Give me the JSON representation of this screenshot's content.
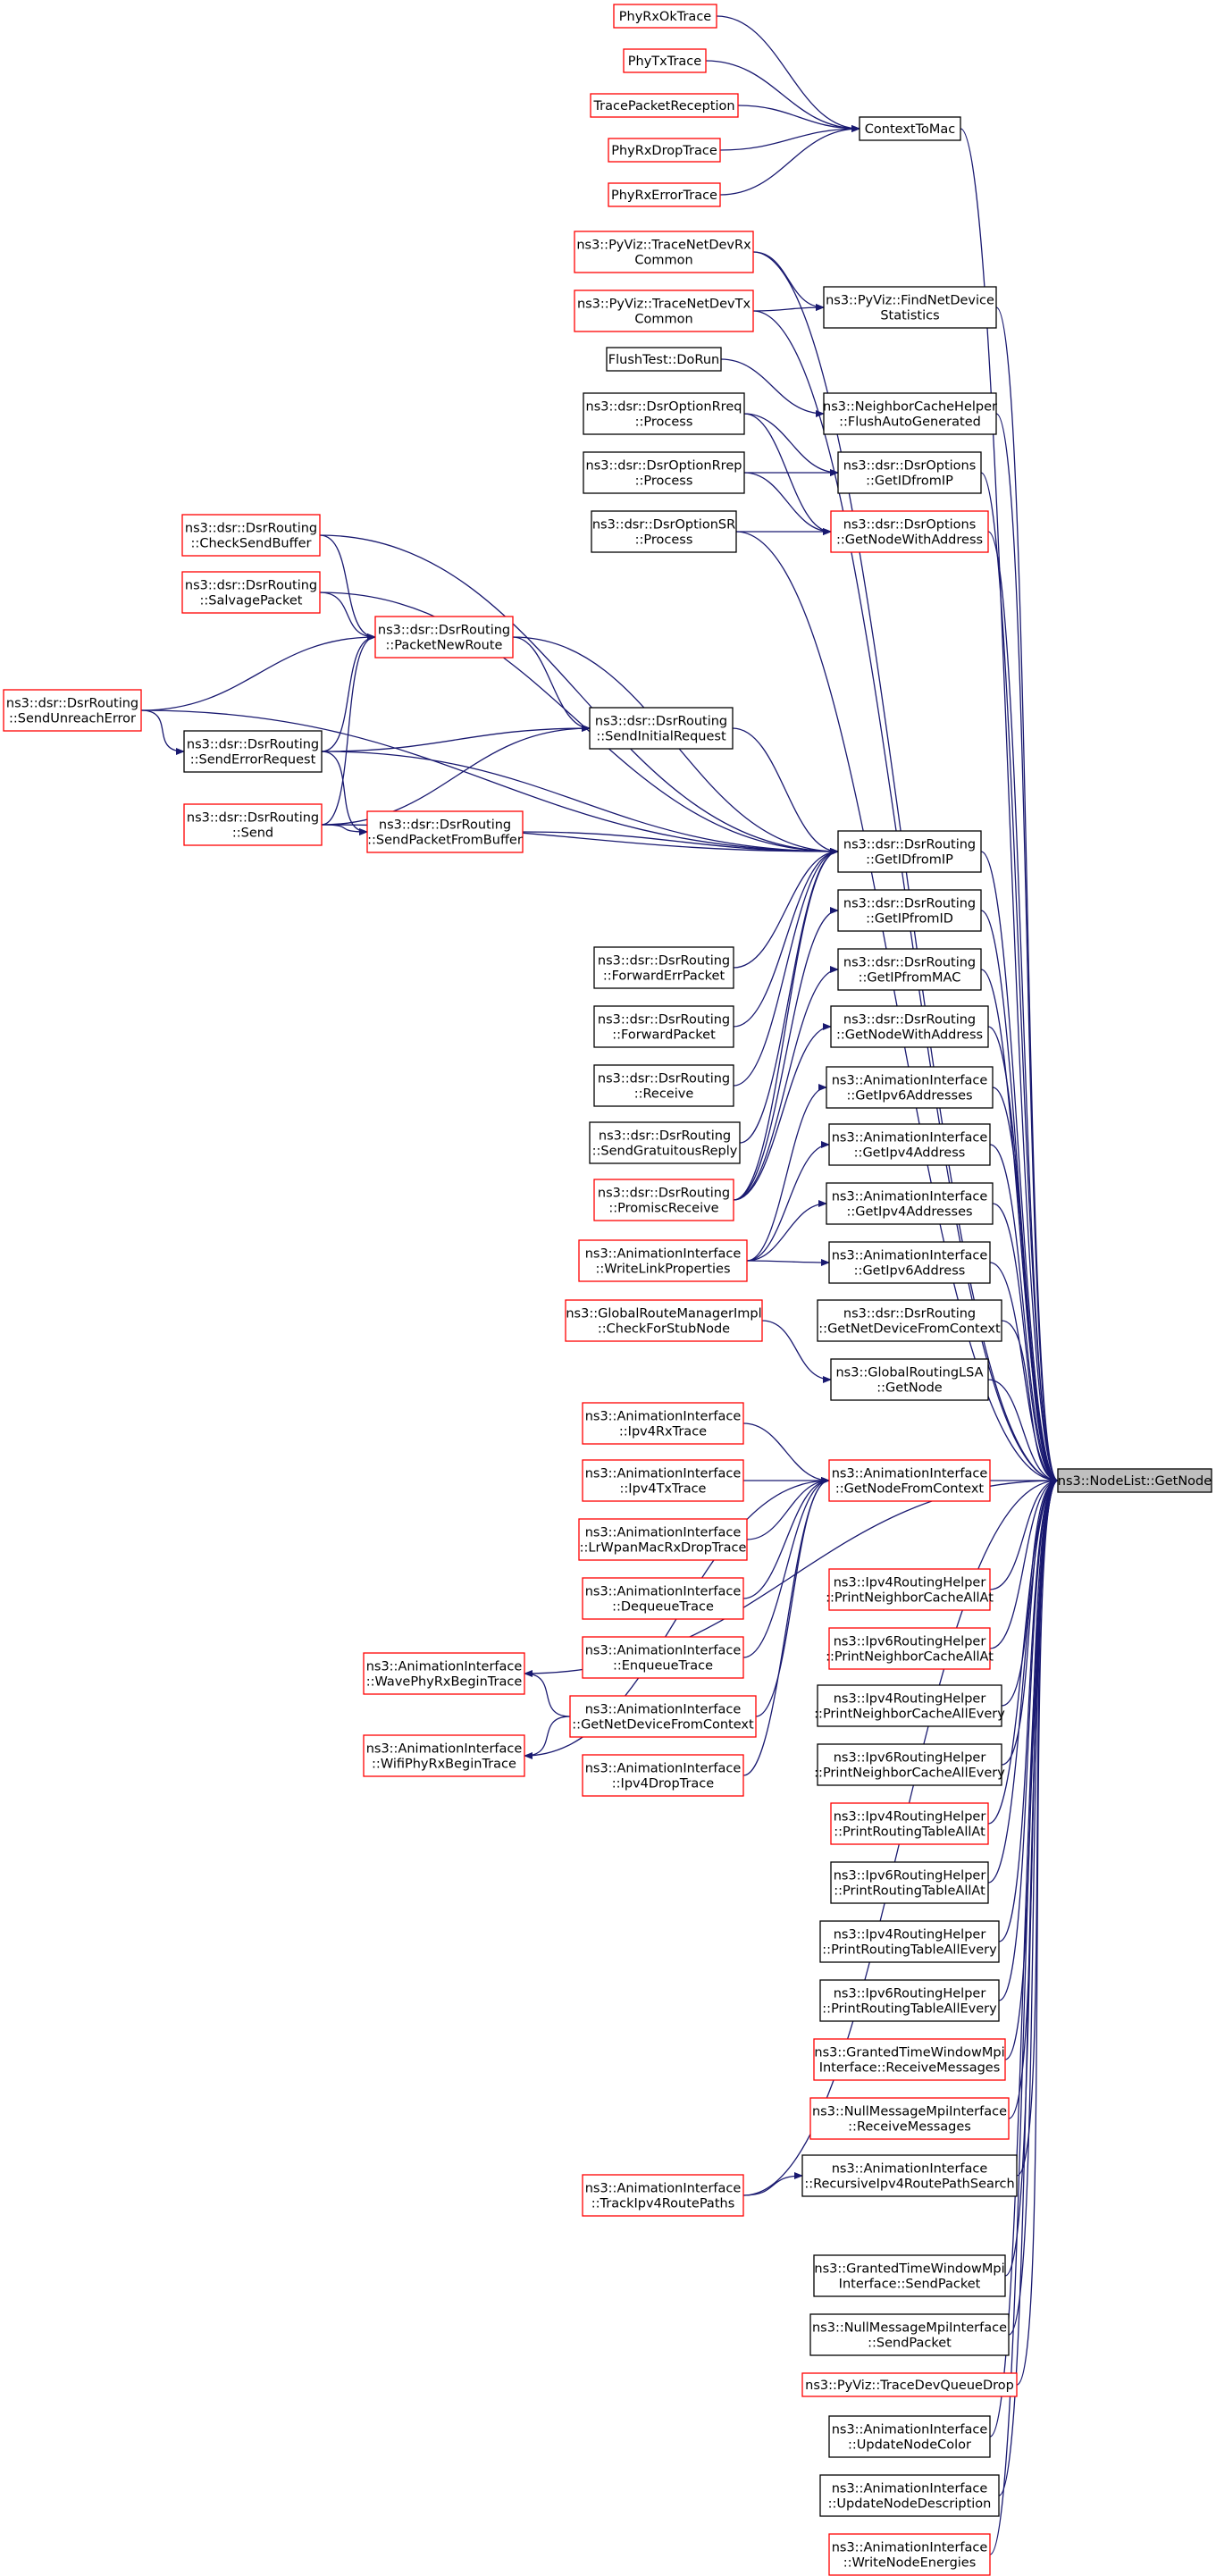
{
  "diagram": {
    "type": "call-graph",
    "colors": {
      "edge": "#191970",
      "arrowhead": "#191970",
      "box_black": "#000000",
      "box_red": "#ff0000",
      "target_fill": "#bfbfbf",
      "background": "#ffffff"
    },
    "target": "n_getnode",
    "nodes": [
      {
        "id": "n_phyrxok",
        "lines": [
          "PhyRxOkTrace"
        ],
        "border": "red"
      },
      {
        "id": "n_phytx",
        "lines": [
          "PhyTxTrace"
        ],
        "border": "red"
      },
      {
        "id": "n_tracepkt",
        "lines": [
          "TracePacketReception"
        ],
        "border": "red"
      },
      {
        "id": "n_phyrxdrop",
        "lines": [
          "PhyRxDropTrace"
        ],
        "border": "red"
      },
      {
        "id": "n_phyrxerr",
        "lines": [
          "PhyRxErrorTrace"
        ],
        "border": "red"
      },
      {
        "id": "n_ctxtomac",
        "lines": [
          "ContextToMac"
        ],
        "border": "black"
      },
      {
        "id": "n_pyvizrx",
        "lines": [
          "ns3::PyViz::TraceNetDevRx",
          "Common"
        ],
        "border": "red"
      },
      {
        "id": "n_pyviztx",
        "lines": [
          "ns3::PyViz::TraceNetDevTx",
          "Common"
        ],
        "border": "red"
      },
      {
        "id": "n_pyvizfind",
        "lines": [
          "ns3::PyViz::FindNetDevice",
          "Statistics"
        ],
        "border": "black"
      },
      {
        "id": "n_flushtest",
        "lines": [
          "FlushTest::DoRun"
        ],
        "border": "black"
      },
      {
        "id": "n_neighbor",
        "lines": [
          "ns3::NeighborCacheHelper",
          "::FlushAutoGenerated"
        ],
        "border": "black"
      },
      {
        "id": "n_optrreq",
        "lines": [
          "ns3::dsr::DsrOptionRreq",
          "::Process"
        ],
        "border": "black"
      },
      {
        "id": "n_optrrep",
        "lines": [
          "ns3::dsr::DsrOptionRrep",
          "::Process"
        ],
        "border": "black"
      },
      {
        "id": "n_optsr",
        "lines": [
          "ns3::dsr::DsrOptionSR",
          "::Process"
        ],
        "border": "black"
      },
      {
        "id": "n_optgetid",
        "lines": [
          "ns3::dsr::DsrOptions",
          "::GetIDfromIP"
        ],
        "border": "black"
      },
      {
        "id": "n_optgetnode",
        "lines": [
          "ns3::dsr::DsrOptions",
          "::GetNodeWithAddress"
        ],
        "border": "red"
      },
      {
        "id": "n_checksend",
        "lines": [
          "ns3::dsr::DsrRouting",
          "::CheckSendBuffer"
        ],
        "border": "red"
      },
      {
        "id": "n_salvage",
        "lines": [
          "ns3::dsr::DsrRouting",
          "::SalvagePacket"
        ],
        "border": "red"
      },
      {
        "id": "n_pktnewroute",
        "lines": [
          "ns3::dsr::DsrRouting",
          "::PacketNewRoute"
        ],
        "border": "red"
      },
      {
        "id": "n_sendunreach",
        "lines": [
          "ns3::dsr::DsrRouting",
          "::SendUnreachError"
        ],
        "border": "red"
      },
      {
        "id": "n_senderrreq",
        "lines": [
          "ns3::dsr::DsrRouting",
          "::SendErrorRequest"
        ],
        "border": "black"
      },
      {
        "id": "n_sendinit",
        "lines": [
          "ns3::dsr::DsrRouting",
          "::SendInitialRequest"
        ],
        "border": "black"
      },
      {
        "id": "n_send",
        "lines": [
          "ns3::dsr::DsrRouting",
          "::Send"
        ],
        "border": "red"
      },
      {
        "id": "n_sendfrombuf",
        "lines": [
          "ns3::dsr::DsrRouting",
          "::SendPacketFromBuffer"
        ],
        "border": "red"
      },
      {
        "id": "n_rgetid",
        "lines": [
          "ns3::dsr::DsrRouting",
          "::GetIDfromIP"
        ],
        "border": "black"
      },
      {
        "id": "n_rgetip",
        "lines": [
          "ns3::dsr::DsrRouting",
          "::GetIPfromID"
        ],
        "border": "black"
      },
      {
        "id": "n_rgetmac",
        "lines": [
          "ns3::dsr::DsrRouting",
          "::GetIPfromMAC"
        ],
        "border": "black"
      },
      {
        "id": "n_rgetnode",
        "lines": [
          "ns3::dsr::DsrRouting",
          "::GetNodeWithAddress"
        ],
        "border": "black"
      },
      {
        "id": "n_fwderr",
        "lines": [
          "ns3::dsr::DsrRouting",
          "::ForwardErrPacket"
        ],
        "border": "black"
      },
      {
        "id": "n_fwdpkt",
        "lines": [
          "ns3::dsr::DsrRouting",
          "::ForwardPacket"
        ],
        "border": "black"
      },
      {
        "id": "n_receive",
        "lines": [
          "ns3::dsr::DsrRouting",
          "::Receive"
        ],
        "border": "black"
      },
      {
        "id": "n_sendgrat",
        "lines": [
          "ns3::dsr::DsrRouting",
          "::SendGratuitousReply"
        ],
        "border": "black"
      },
      {
        "id": "n_promisc",
        "lines": [
          "ns3::dsr::DsrRouting",
          "::PromiscReceive"
        ],
        "border": "red"
      },
      {
        "id": "n_writelink",
        "lines": [
          "ns3::AnimationInterface",
          "::WriteLinkProperties"
        ],
        "border": "red"
      },
      {
        "id": "n_getipv6s",
        "lines": [
          "ns3::AnimationInterface",
          "::GetIpv6Addresses"
        ],
        "border": "black"
      },
      {
        "id": "n_getipv4",
        "lines": [
          "ns3::AnimationInterface",
          "::GetIpv4Address"
        ],
        "border": "black"
      },
      {
        "id": "n_getipv4s",
        "lines": [
          "ns3::AnimationInterface",
          "::GetIpv4Addresses"
        ],
        "border": "black"
      },
      {
        "id": "n_getipv6",
        "lines": [
          "ns3::AnimationInterface",
          "::GetIpv6Address"
        ],
        "border": "black"
      },
      {
        "id": "n_globalstub",
        "lines": [
          "ns3::GlobalRouteManagerImpl",
          "::CheckForStubNode"
        ],
        "border": "red"
      },
      {
        "id": "n_rgetnetdev",
        "lines": [
          "ns3::dsr::DsrRouting",
          "::GetNetDeviceFromContext"
        ],
        "border": "black"
      },
      {
        "id": "n_globallsa",
        "lines": [
          "ns3::GlobalRoutingLSA",
          "::GetNode"
        ],
        "border": "black"
      },
      {
        "id": "n_ipv4rx",
        "lines": [
          "ns3::AnimationInterface",
          "::Ipv4RxTrace"
        ],
        "border": "red"
      },
      {
        "id": "n_ipv4tx",
        "lines": [
          "ns3::AnimationInterface",
          "::Ipv4TxTrace"
        ],
        "border": "red"
      },
      {
        "id": "n_lrwpan",
        "lines": [
          "ns3::AnimationInterface",
          "::LrWpanMacRxDropTrace"
        ],
        "border": "red"
      },
      {
        "id": "n_dequeue",
        "lines": [
          "ns3::AnimationInterface",
          "::DequeueTrace"
        ],
        "border": "red"
      },
      {
        "id": "n_enqueue",
        "lines": [
          "ns3::AnimationInterface",
          "::EnqueueTrace"
        ],
        "border": "red"
      },
      {
        "id": "n_getnodectx",
        "lines": [
          "ns3::AnimationInterface",
          "::GetNodeFromContext"
        ],
        "border": "red"
      },
      {
        "id": "n_getnetdevctx",
        "lines": [
          "ns3::AnimationInterface",
          "::GetNetDeviceFromContext"
        ],
        "border": "red"
      },
      {
        "id": "n_ipv4drop",
        "lines": [
          "ns3::AnimationInterface",
          "::Ipv4DropTrace"
        ],
        "border": "red"
      },
      {
        "id": "n_wavephy",
        "lines": [
          "ns3::AnimationInterface",
          "::WavePhyRxBeginTrace"
        ],
        "border": "red"
      },
      {
        "id": "n_wifiphy",
        "lines": [
          "ns3::AnimationInterface",
          "::WifiPhyRxBeginTrace"
        ],
        "border": "red"
      },
      {
        "id": "n_getnode",
        "lines": [
          "ns3::NodeList::GetNode"
        ],
        "border": "black"
      },
      {
        "id": "n_p4ncat",
        "lines": [
          "ns3::Ipv4RoutingHelper",
          "::PrintNeighborCacheAllAt"
        ],
        "border": "red"
      },
      {
        "id": "n_p6ncat",
        "lines": [
          "ns3::Ipv6RoutingHelper",
          "::PrintNeighborCacheAllAt"
        ],
        "border": "red"
      },
      {
        "id": "n_p4ncev",
        "lines": [
          "ns3::Ipv4RoutingHelper",
          "::PrintNeighborCacheAllEvery"
        ],
        "border": "black"
      },
      {
        "id": "n_p6ncev",
        "lines": [
          "ns3::Ipv6RoutingHelper",
          "::PrintNeighborCacheAllEvery"
        ],
        "border": "black"
      },
      {
        "id": "n_p4rtat",
        "lines": [
          "ns3::Ipv4RoutingHelper",
          "::PrintRoutingTableAllAt"
        ],
        "border": "red"
      },
      {
        "id": "n_p6rtat",
        "lines": [
          "ns3::Ipv6RoutingHelper",
          "::PrintRoutingTableAllAt"
        ],
        "border": "black"
      },
      {
        "id": "n_p4rtev",
        "lines": [
          "ns3::Ipv4RoutingHelper",
          "::PrintRoutingTableAllEvery"
        ],
        "border": "black"
      },
      {
        "id": "n_p6rtev",
        "lines": [
          "ns3::Ipv6RoutingHelper",
          "::PrintRoutingTableAllEvery"
        ],
        "border": "black"
      },
      {
        "id": "n_gtwrecv",
        "lines": [
          "ns3::GrantedTimeWindowMpi",
          "Interface::ReceiveMessages"
        ],
        "border": "red"
      },
      {
        "id": "n_nullrecv",
        "lines": [
          "ns3::NullMessageMpiInterface",
          "::ReceiveMessages"
        ],
        "border": "red"
      },
      {
        "id": "n_recursive",
        "lines": [
          "ns3::AnimationInterface",
          "::RecursiveIpv4RoutePathSearch"
        ],
        "border": "black"
      },
      {
        "id": "n_trackroute",
        "lines": [
          "ns3::AnimationInterface",
          "::TrackIpv4RoutePaths"
        ],
        "border": "red"
      },
      {
        "id": "n_gtwsend",
        "lines": [
          "ns3::GrantedTimeWindowMpi",
          "Interface::SendPacket"
        ],
        "border": "black"
      },
      {
        "id": "n_nullsend",
        "lines": [
          "ns3::NullMessageMpiInterface",
          "::SendPacket"
        ],
        "border": "black"
      },
      {
        "id": "n_pyvizqdrop",
        "lines": [
          "ns3::PyViz::TraceDevQueueDrop"
        ],
        "border": "red"
      },
      {
        "id": "n_updcolor",
        "lines": [
          "ns3::AnimationInterface",
          "::UpdateNodeColor"
        ],
        "border": "black"
      },
      {
        "id": "n_upddesc",
        "lines": [
          "ns3::AnimationInterface",
          "::UpdateNodeDescription"
        ],
        "border": "black"
      },
      {
        "id": "n_writeenerg",
        "lines": [
          "ns3::AnimationInterface",
          "::WriteNodeEnergies"
        ],
        "border": "red"
      }
    ],
    "edges": [
      [
        "n_phyrxok",
        "n_ctxtomac"
      ],
      [
        "n_phytx",
        "n_ctxtomac"
      ],
      [
        "n_tracepkt",
        "n_ctxtomac"
      ],
      [
        "n_phyrxdrop",
        "n_ctxtomac"
      ],
      [
        "n_phyrxerr",
        "n_ctxtomac"
      ],
      [
        "n_ctxtomac",
        "n_getnode"
      ],
      [
        "n_pyvizrx",
        "n_pyvizfind"
      ],
      [
        "n_pyviztx",
        "n_pyvizfind"
      ],
      [
        "n_pyvizrx",
        "n_getnode"
      ],
      [
        "n_pyviztx",
        "n_getnode"
      ],
      [
        "n_pyvizfind",
        "n_getnode"
      ],
      [
        "n_flushtest",
        "n_neighbor"
      ],
      [
        "n_neighbor",
        "n_getnode"
      ],
      [
        "n_optrreq",
        "n_optgetid"
      ],
      [
        "n_optrrep",
        "n_optgetid"
      ],
      [
        "n_optrreq",
        "n_optgetnode"
      ],
      [
        "n_optrrep",
        "n_optgetnode"
      ],
      [
        "n_optsr",
        "n_optgetnode"
      ],
      [
        "n_optsr",
        "n_getnode"
      ],
      [
        "n_optgetid",
        "n_getnode"
      ],
      [
        "n_optgetnode",
        "n_getnode"
      ],
      [
        "n_checksend",
        "n_pktnewroute"
      ],
      [
        "n_salvage",
        "n_pktnewroute"
      ],
      [
        "n_sendunreach",
        "n_pktnewroute"
      ],
      [
        "n_senderrreq",
        "n_pktnewroute"
      ],
      [
        "n_send",
        "n_pktnewroute"
      ],
      [
        "n_pktnewroute",
        "n_sendinit"
      ],
      [
        "n_sendunreach",
        "n_senderrreq"
      ],
      [
        "n_senderrreq",
        "n_sendinit"
      ],
      [
        "n_send",
        "n_sendinit"
      ],
      [
        "n_send",
        "n_sendfrombuf"
      ],
      [
        "n_senderrreq",
        "n_sendfrombuf"
      ],
      [
        "n_checksend",
        "n_rgetid"
      ],
      [
        "n_salvage",
        "n_rgetid"
      ],
      [
        "n_pktnewroute",
        "n_rgetid"
      ],
      [
        "n_sendinit",
        "n_rgetid"
      ],
      [
        "n_senderrreq",
        "n_rgetid"
      ],
      [
        "n_sendfrombuf",
        "n_rgetid"
      ],
      [
        "n_send",
        "n_rgetid"
      ],
      [
        "n_sendunreach",
        "n_rgetid"
      ],
      [
        "n_fwderr",
        "n_rgetid"
      ],
      [
        "n_fwdpkt",
        "n_rgetid"
      ],
      [
        "n_receive",
        "n_rgetid"
      ],
      [
        "n_sendgrat",
        "n_rgetid"
      ],
      [
        "n_promisc",
        "n_rgetid"
      ],
      [
        "n_promisc",
        "n_rgetip"
      ],
      [
        "n_promisc",
        "n_rgetmac"
      ],
      [
        "n_promisc",
        "n_rgetnode"
      ],
      [
        "n_rgetid",
        "n_getnode"
      ],
      [
        "n_rgetip",
        "n_getnode"
      ],
      [
        "n_rgetmac",
        "n_getnode"
      ],
      [
        "n_rgetnode",
        "n_getnode"
      ],
      [
        "n_writelink",
        "n_getipv6s"
      ],
      [
        "n_writelink",
        "n_getipv4"
      ],
      [
        "n_writelink",
        "n_getipv4s"
      ],
      [
        "n_writelink",
        "n_getipv6"
      ],
      [
        "n_getipv6s",
        "n_getnode"
      ],
      [
        "n_getipv4",
        "n_getnode"
      ],
      [
        "n_getipv4s",
        "n_getnode"
      ],
      [
        "n_getipv6",
        "n_getnode"
      ],
      [
        "n_rgetnetdev",
        "n_getnode"
      ],
      [
        "n_globalstub",
        "n_globallsa"
      ],
      [
        "n_globallsa",
        "n_getnode"
      ],
      [
        "n_ipv4rx",
        "n_getnodectx"
      ],
      [
        "n_ipv4tx",
        "n_getnodectx"
      ],
      [
        "n_lrwpan",
        "n_getnodectx"
      ],
      [
        "n_dequeue",
        "n_getnodectx"
      ],
      [
        "n_enqueue",
        "n_getnodectx"
      ],
      [
        "n_getnetdevctx",
        "n_getnodectx"
      ],
      [
        "n_ipv4drop",
        "n_getnodectx"
      ],
      [
        "n_getnodectx",
        "n_getnode"
      ],
      [
        "n_getnetdevctx",
        "n_wavephy"
      ],
      [
        "n_getnetdevctx",
        "n_wifiphy"
      ],
      [
        "n_wavephy",
        "n_getnode"
      ],
      [
        "n_wifiphy",
        "n_getnodectx"
      ],
      [
        "n_p4ncat",
        "n_getnode"
      ],
      [
        "n_p6ncat",
        "n_getnode"
      ],
      [
        "n_p4ncev",
        "n_getnode"
      ],
      [
        "n_p6ncev",
        "n_getnode"
      ],
      [
        "n_p4rtat",
        "n_getnode"
      ],
      [
        "n_p6rtat",
        "n_getnode"
      ],
      [
        "n_p4rtev",
        "n_getnode"
      ],
      [
        "n_p6rtev",
        "n_getnode"
      ],
      [
        "n_gtwrecv",
        "n_getnode"
      ],
      [
        "n_nullrecv",
        "n_getnode"
      ],
      [
        "n_recursive",
        "n_getnode"
      ],
      [
        "n_trackroute",
        "n_recursive"
      ],
      [
        "n_trackroute",
        "n_getnode"
      ],
      [
        "n_gtwsend",
        "n_getnode"
      ],
      [
        "n_nullsend",
        "n_getnode"
      ],
      [
        "n_pyvizqdrop",
        "n_getnode"
      ],
      [
        "n_updcolor",
        "n_getnode"
      ],
      [
        "n_upddesc",
        "n_getnode"
      ],
      [
        "n_writeenerg",
        "n_getnode"
      ]
    ]
  }
}
